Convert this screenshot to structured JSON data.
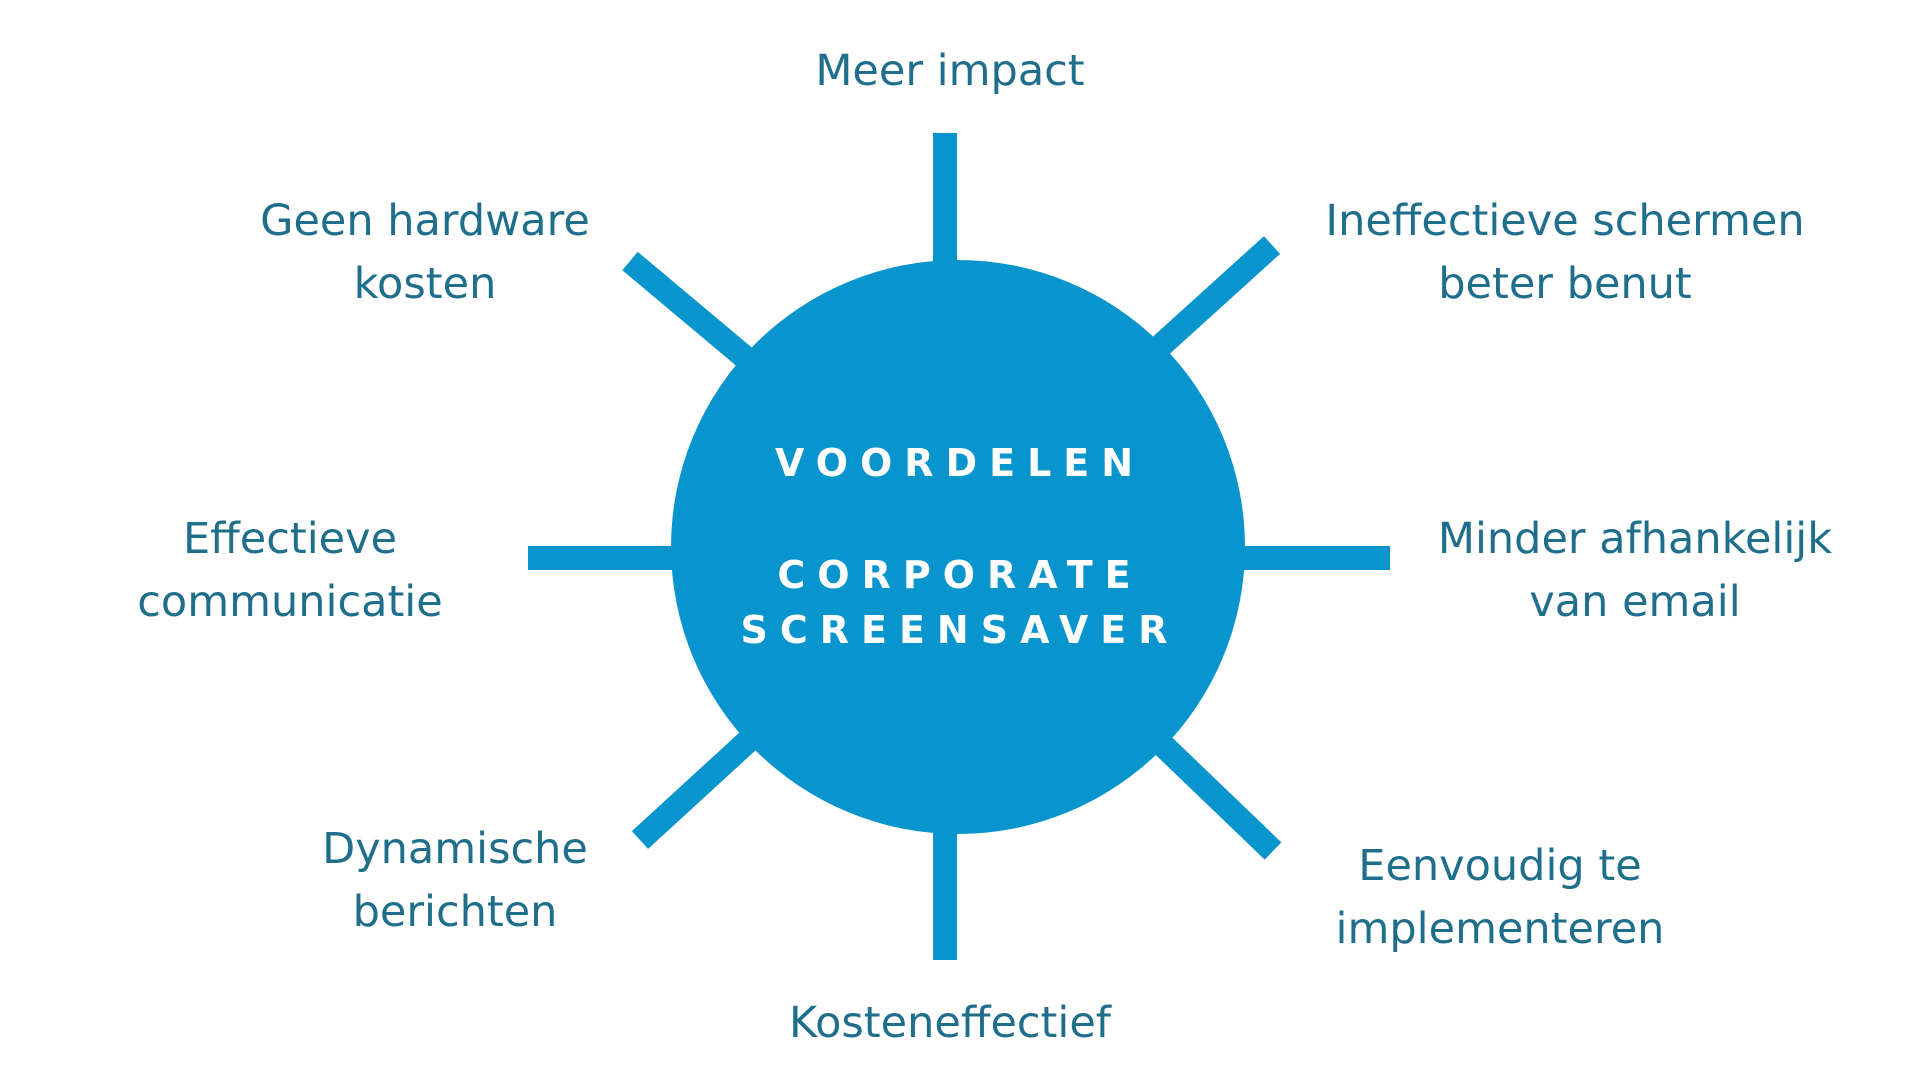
{
  "colors": {
    "hub_fill": "#0895cd",
    "spoke": "#0895cd",
    "label_text": "#1f6e8c",
    "hub_text": "#ffffff",
    "background": "#ffffff"
  },
  "hub": {
    "title": "VOORDELEN",
    "subtitle_line1": "CORPORATE",
    "subtitle_line2": "SCREENSAVER"
  },
  "benefits": {
    "top": {
      "line1": "Meer impact"
    },
    "top_left": {
      "line1": "Geen hardware",
      "line2": "kosten"
    },
    "top_right": {
      "line1": "Ineffectieve schermen",
      "line2": "beter benut"
    },
    "left": {
      "line1": "Effectieve",
      "line2": "communicatie"
    },
    "right": {
      "line1": "Minder afhankelijk",
      "line2": "van email"
    },
    "bottom_left": {
      "line1": "Dynamische",
      "line2": "berichten"
    },
    "bottom_right": {
      "line1": "Eenvoudig te",
      "line2": "implementeren"
    },
    "bottom": {
      "line1": "Kosteneffectief"
    }
  }
}
